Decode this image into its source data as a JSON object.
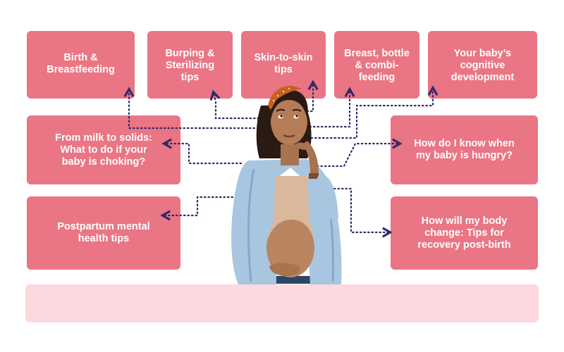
{
  "topics": {
    "birth": "Birth &\nBreastfeeding",
    "burping": "Burping &\nSterilizing\ntips",
    "skin": "Skin-to-skin\ntips",
    "breast_bottle": "Breast, bottle\n& combi-\nfeeding",
    "cognitive": "Your baby’s\ncognitive\ndevelopment",
    "solids": "From milk to solids:\nWhat to do if your\nbaby is choking?",
    "hungry": "How do I know when\nmy baby is hungry?",
    "mental": "Postpartum mental\nhealth tips",
    "body": "How will my body\nchange: Tips for\nrecovery post-birth"
  },
  "colors": {
    "card": "#ea7584",
    "bottom_bar": "#fdd9df",
    "connector": "#2e2a6b"
  },
  "illustration": "thinking-pregnant-woman"
}
